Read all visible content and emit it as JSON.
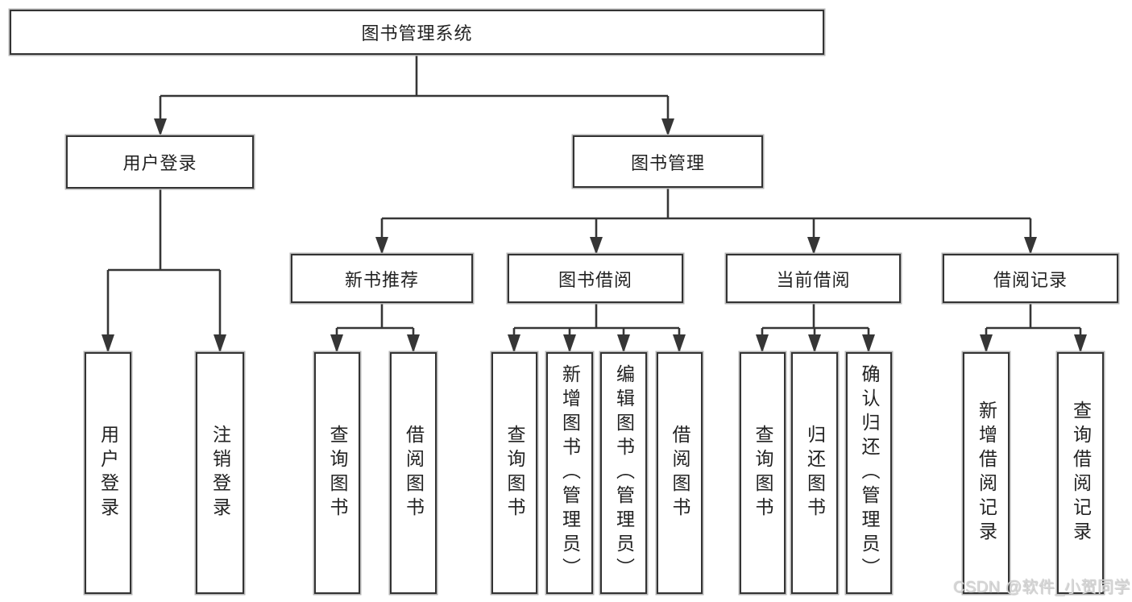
{
  "diagram": {
    "type": "hierarchy",
    "root": {
      "label": "图书管理系统",
      "children": [
        {
          "label": "用户登录",
          "children": [
            {
              "label": "用户登录"
            },
            {
              "label": "注销登录"
            }
          ]
        },
        {
          "label": "图书管理",
          "children": [
            {
              "label": "新书推荐",
              "children": [
                {
                  "label": "查询图书"
                },
                {
                  "label": "借阅图书"
                }
              ]
            },
            {
              "label": "图书借阅",
              "children": [
                {
                  "label": "查询图书"
                },
                {
                  "label": "新增图书（管理员）"
                },
                {
                  "label": "编辑图书（管理员）"
                },
                {
                  "label": "借阅图书"
                }
              ]
            },
            {
              "label": "当前借阅",
              "children": [
                {
                  "label": "查询图书"
                },
                {
                  "label": "归还图书"
                },
                {
                  "label": "确认归还（管理员）"
                }
              ]
            },
            {
              "label": "借阅记录",
              "children": [
                {
                  "label": "新增借阅记录"
                },
                {
                  "label": "查询借阅记录"
                }
              ]
            }
          ]
        }
      ]
    },
    "colors": {
      "line": "#363636",
      "box_border": "#333333",
      "background": "#ffffff",
      "watermark": "#d7d7d7"
    }
  },
  "watermark": {
    "text": "CSDN @软件_小贺同学"
  }
}
